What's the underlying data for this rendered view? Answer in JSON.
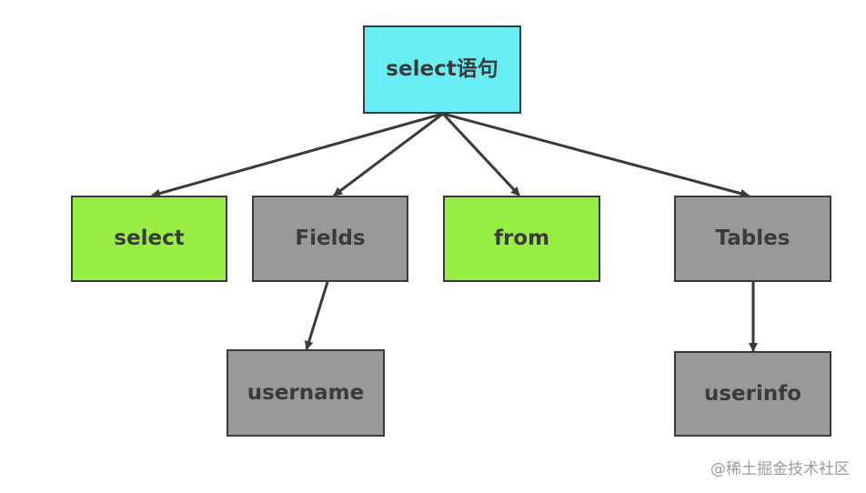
{
  "colors": {
    "root_fill": "#66eef4",
    "keyword_fill": "#99ee44",
    "node_fill": "#999999",
    "border": "#3a3a3a",
    "edge": "#3a3a3a",
    "text": "#3b3b3b"
  },
  "nodes": {
    "root": {
      "label": "select语句",
      "fill": "root"
    },
    "select": {
      "label": "select",
      "fill": "keyword"
    },
    "fields": {
      "label": "Fields",
      "fill": "node"
    },
    "from": {
      "label": "from",
      "fill": "keyword"
    },
    "tables": {
      "label": "Tables",
      "fill": "node"
    },
    "username": {
      "label": "username",
      "fill": "node"
    },
    "userinfo": {
      "label": "userinfo",
      "fill": "node"
    }
  },
  "edges": [
    {
      "from": "root",
      "to": "select"
    },
    {
      "from": "root",
      "to": "fields"
    },
    {
      "from": "root",
      "to": "from"
    },
    {
      "from": "root",
      "to": "tables"
    },
    {
      "from": "fields",
      "to": "username"
    },
    {
      "from": "tables",
      "to": "userinfo"
    }
  ],
  "watermark": "@稀土掘金技术社区"
}
